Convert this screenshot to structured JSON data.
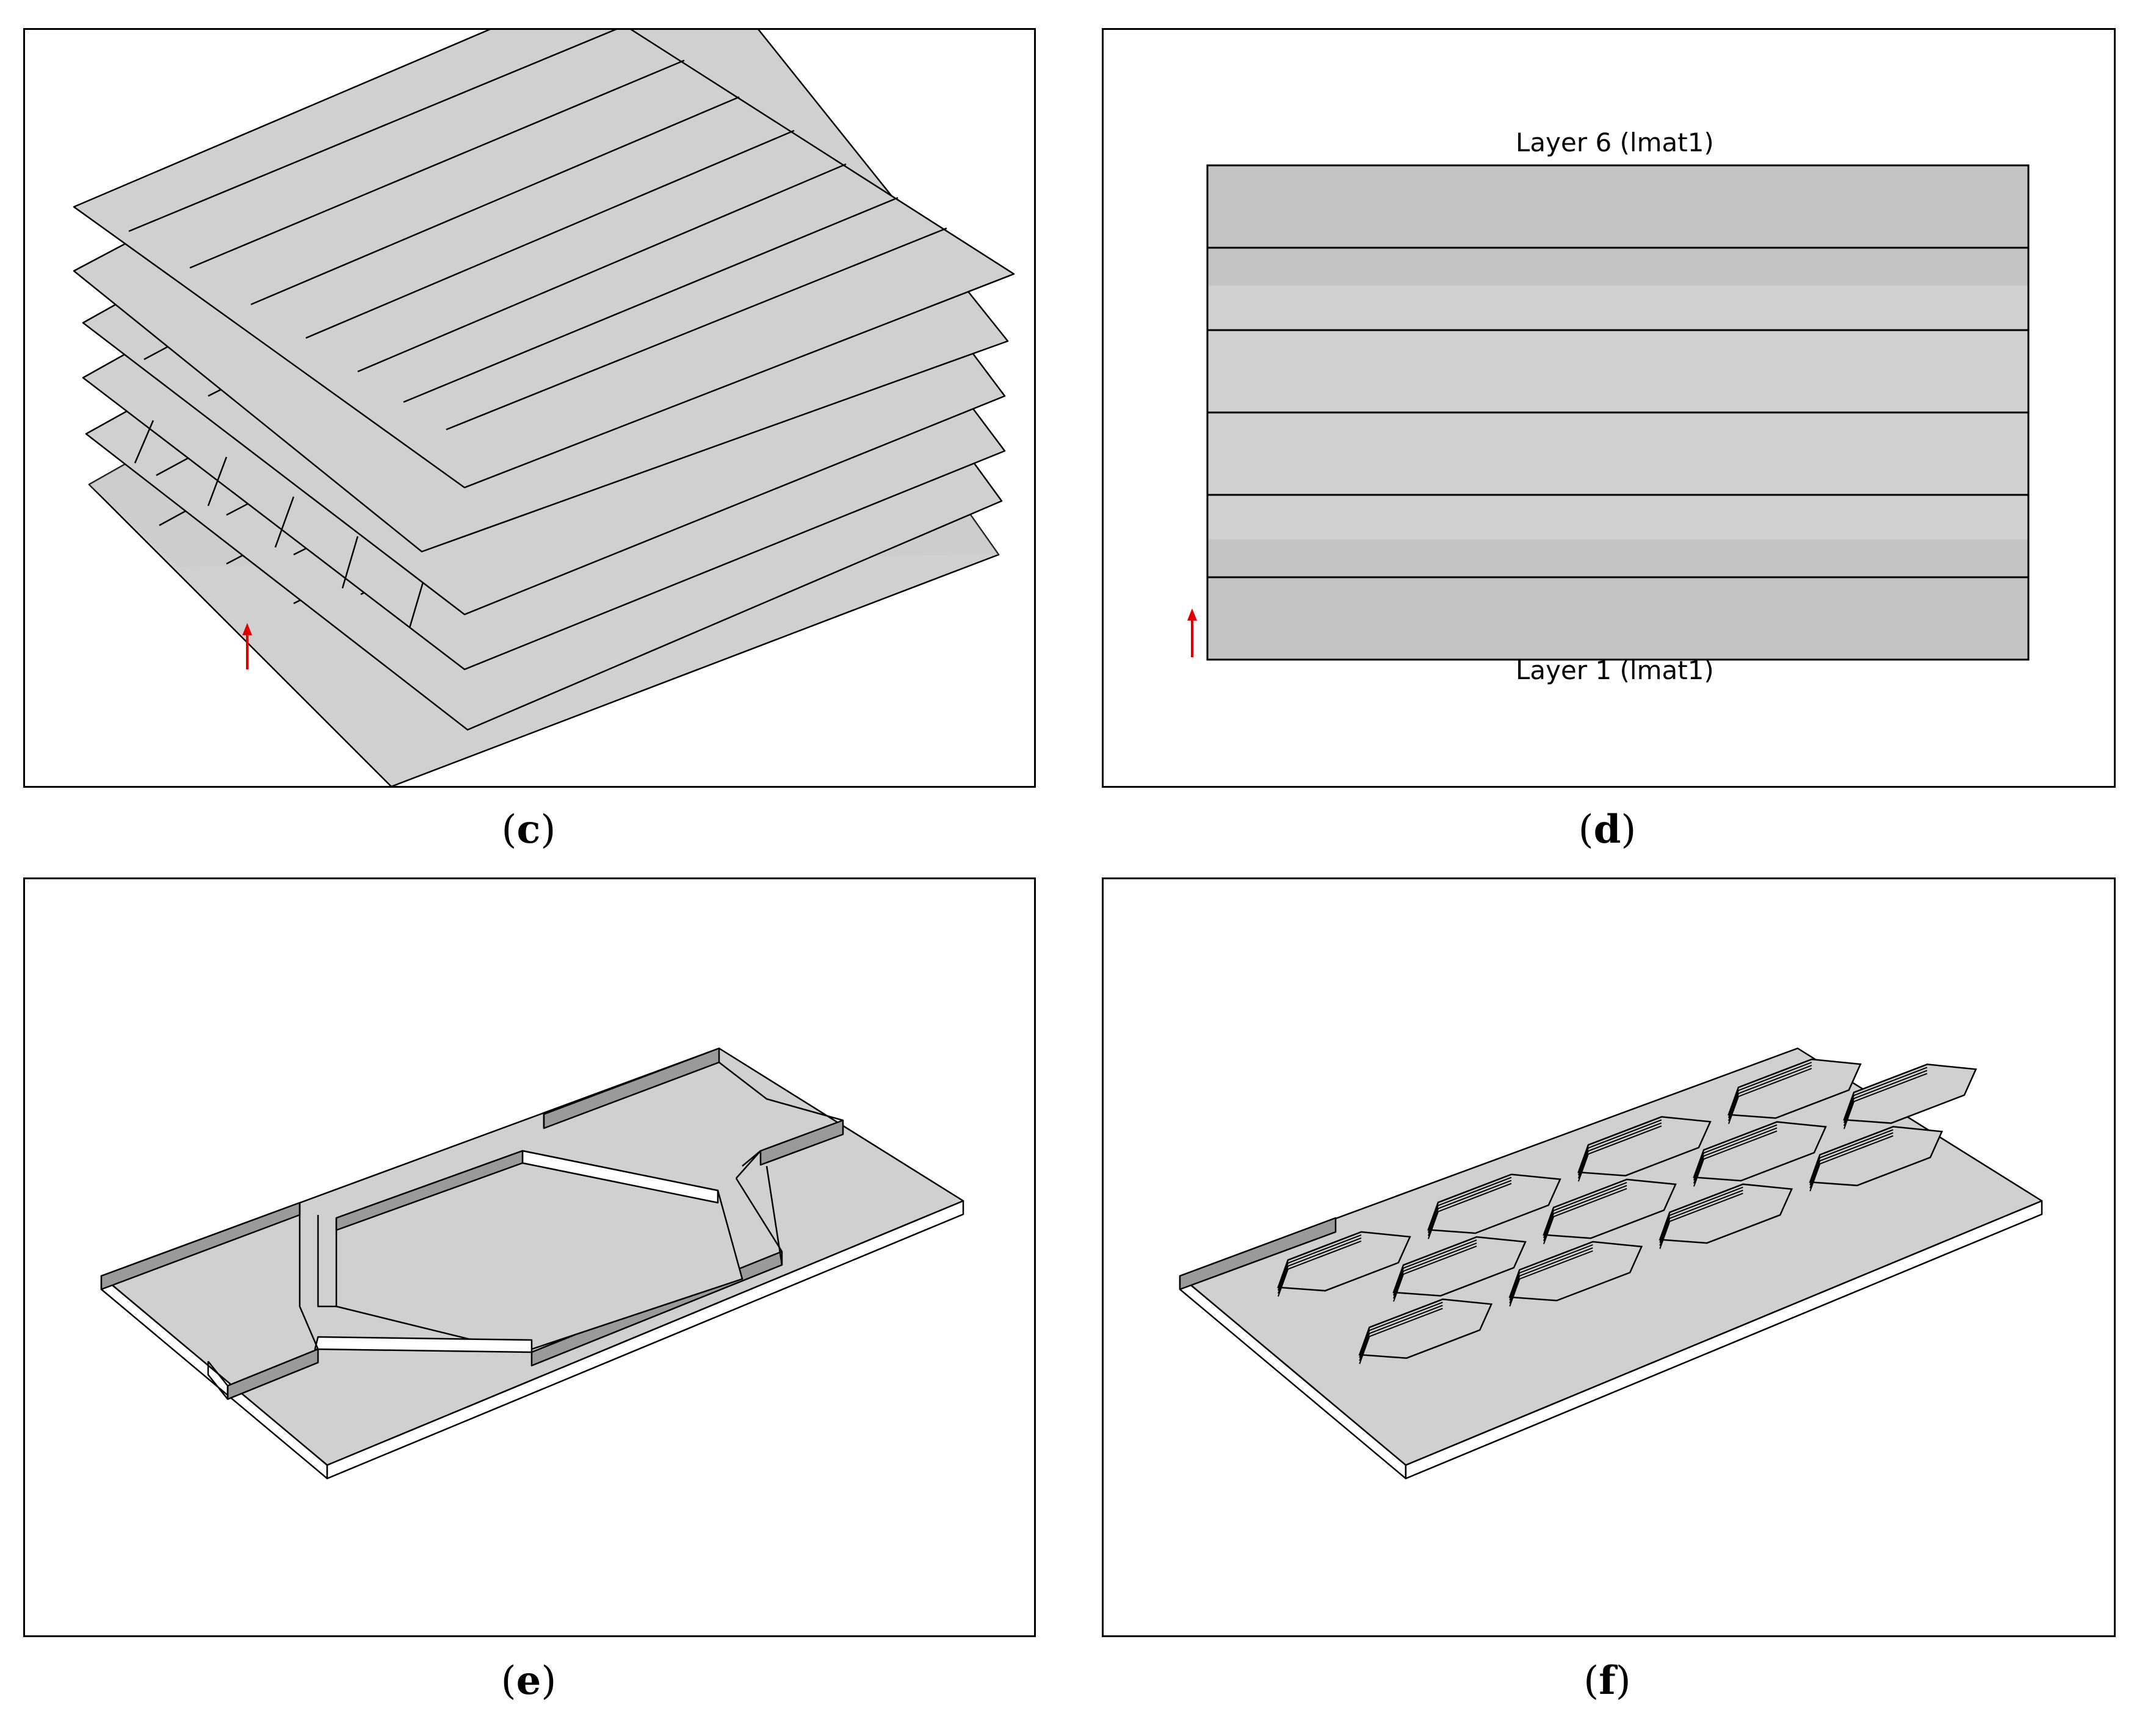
{
  "panels": {
    "c": {
      "caption_letter": "c"
    },
    "d": {
      "caption_letter": "d",
      "top_label": "Layer 6 (lmat1)",
      "bottom_label": "Layer 1 (lmat1)"
    },
    "e": {
      "caption_letter": "e"
    },
    "f": {
      "caption_letter": "f"
    }
  },
  "colors": {
    "plate": "#d0d0d0",
    "plate_dark": "#9a9a9a",
    "band": "#c4c4c4",
    "arrow": "#e00000",
    "edge": "#000000"
  }
}
